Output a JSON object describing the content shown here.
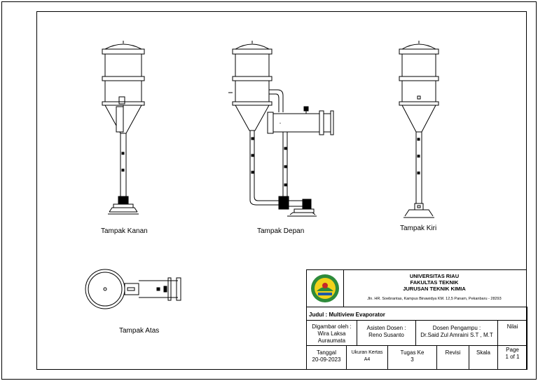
{
  "views": {
    "right": "Tampak Kanan",
    "front": "Tampak Depan",
    "left": "Tampak Kiri",
    "top": "Tampak Atas"
  },
  "title_block": {
    "university": "UNIVERSITAS RIAU",
    "faculty": "FAKULTAS TEKNIK",
    "department": "JURUSAN TEKNIK KIMIA",
    "address": "Jln. HR. Soebrantas, Kampus Binawidya KM. 12,5 Panam, Pekanbaru - 28293",
    "judul": "Judul : Multiview Evaporator",
    "digambar_label": "Digambar oleh :",
    "digambar_name1": "Wira Laksa",
    "digambar_name2": "Auraumata",
    "asisten_label": "Asisten Dosen :",
    "asisten_name": "Reno Susanto",
    "dosen_label": "Dosen Pengampu :",
    "dosen_name": "Dr.Said Zul Amraini S.T , M.T",
    "nilai_label": "Nilai",
    "tanggal_label": "Tanggal",
    "tanggal_value": "20-09-2023",
    "ukuran_label": "Ukuran Kertas",
    "ukuran_value": "A4",
    "tugas_label": "Tugas Ke",
    "tugas_value": "3",
    "revisi_label": "Revisi",
    "skala_label": "Skala",
    "page_label": "Page",
    "page_value": "1 of 1"
  }
}
